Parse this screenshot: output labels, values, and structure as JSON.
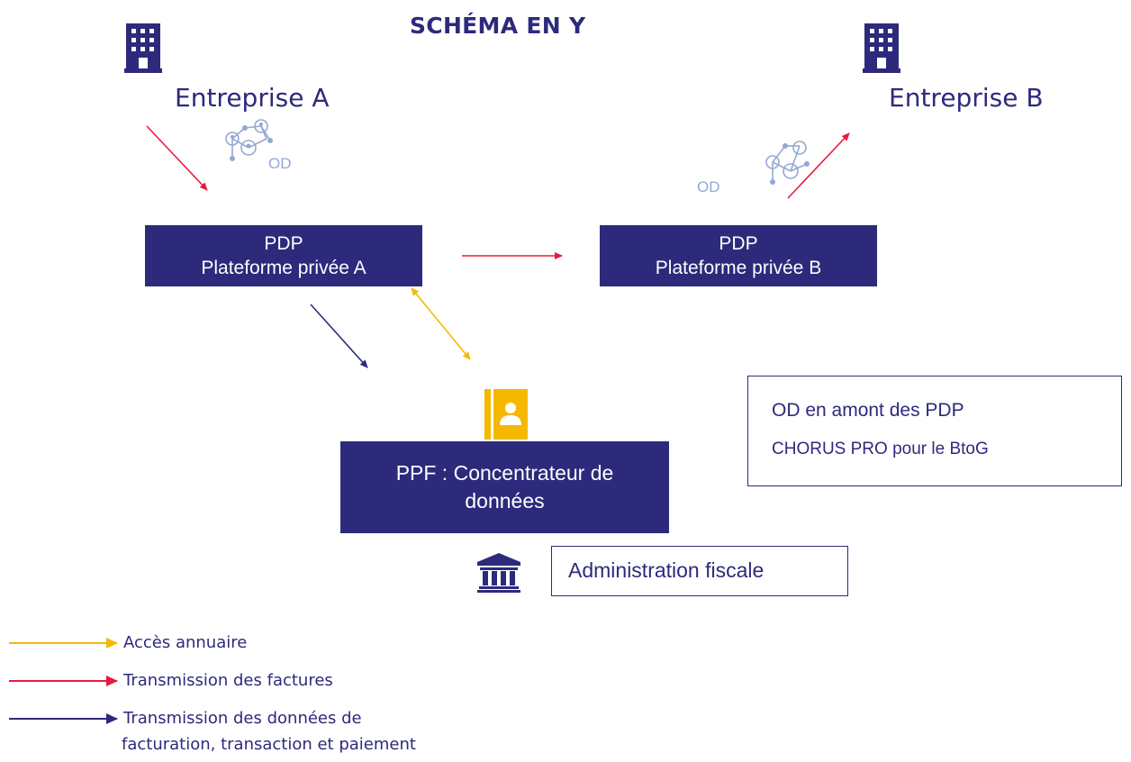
{
  "title": "SCHÉMA EN Y",
  "entreprise_a": {
    "label": "Entreprise A",
    "icon": "building-icon"
  },
  "entreprise_b": {
    "label": "Entreprise B",
    "icon": "building-icon"
  },
  "od_a": {
    "label": "OD",
    "icon": "network-users-icon"
  },
  "od_b": {
    "label": "OD",
    "icon": "network-users-icon"
  },
  "pdp_a": {
    "line1": "PDP",
    "line2": "Plateforme privée A"
  },
  "pdp_b": {
    "line1": "PDP",
    "line2": "Plateforme privée B"
  },
  "ppf": {
    "line1": "PPF : Concentrateur de",
    "line2": "données",
    "icon": "directory-book-icon"
  },
  "administration": {
    "label": "Administration fiscale",
    "icon": "government-building-icon"
  },
  "info_box": {
    "line1": "OD en amont des PDP",
    "line2": "CHORUS PRO pour le BtoG"
  },
  "legend": {
    "annuaire": "Accès annuaire",
    "factures": "Transmission des factures",
    "donnees_line1": "Transmission des données de",
    "donnees_line2": "facturation, transaction et paiement"
  },
  "colors": {
    "navy": "#2d2a7c",
    "red": "#e8193c",
    "yellow": "#f5b800",
    "od_light": "#93a9d3"
  }
}
